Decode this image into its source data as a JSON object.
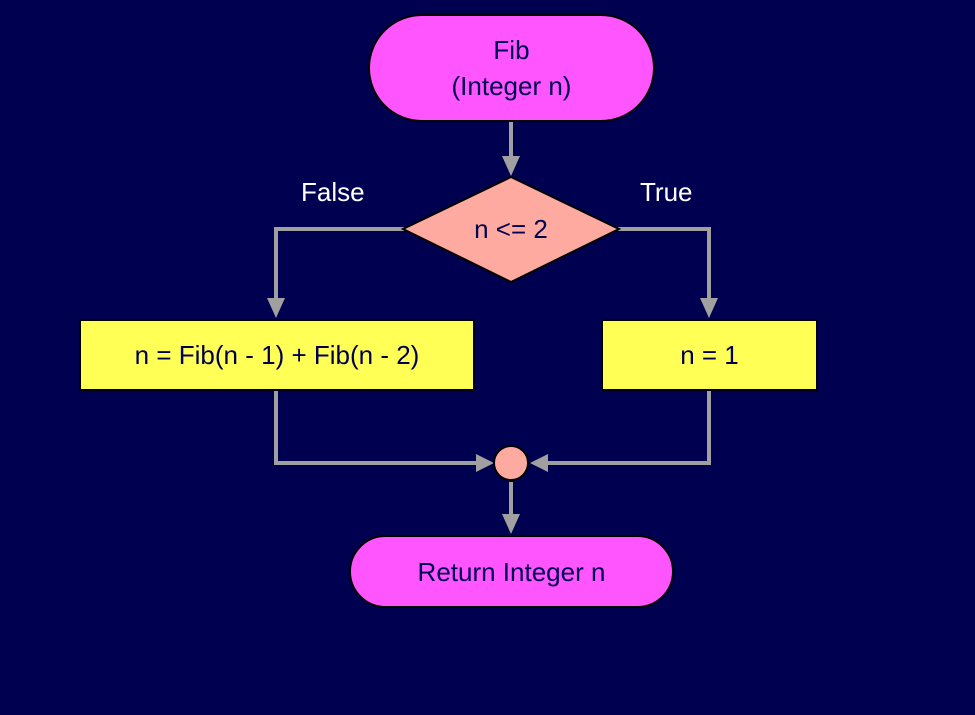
{
  "flowchart": {
    "start": {
      "line1": "Fib",
      "line2": "(Integer n)"
    },
    "decision": {
      "condition": "n <= 2",
      "false_label": "False",
      "true_label": "True"
    },
    "false_branch": {
      "statement": "n = Fib(n - 1) + Fib(n - 2)"
    },
    "true_branch": {
      "statement": "n = 1"
    },
    "end": {
      "label": "Return Integer n"
    }
  },
  "colors": {
    "background": "#000050",
    "terminal_fill": "#ff55ff",
    "process_fill": "#ffff55",
    "decision_fill": "#ffaaa0",
    "connector": "#a0a0a0",
    "label_text": "#ffffff",
    "shape_text": "#000050"
  }
}
